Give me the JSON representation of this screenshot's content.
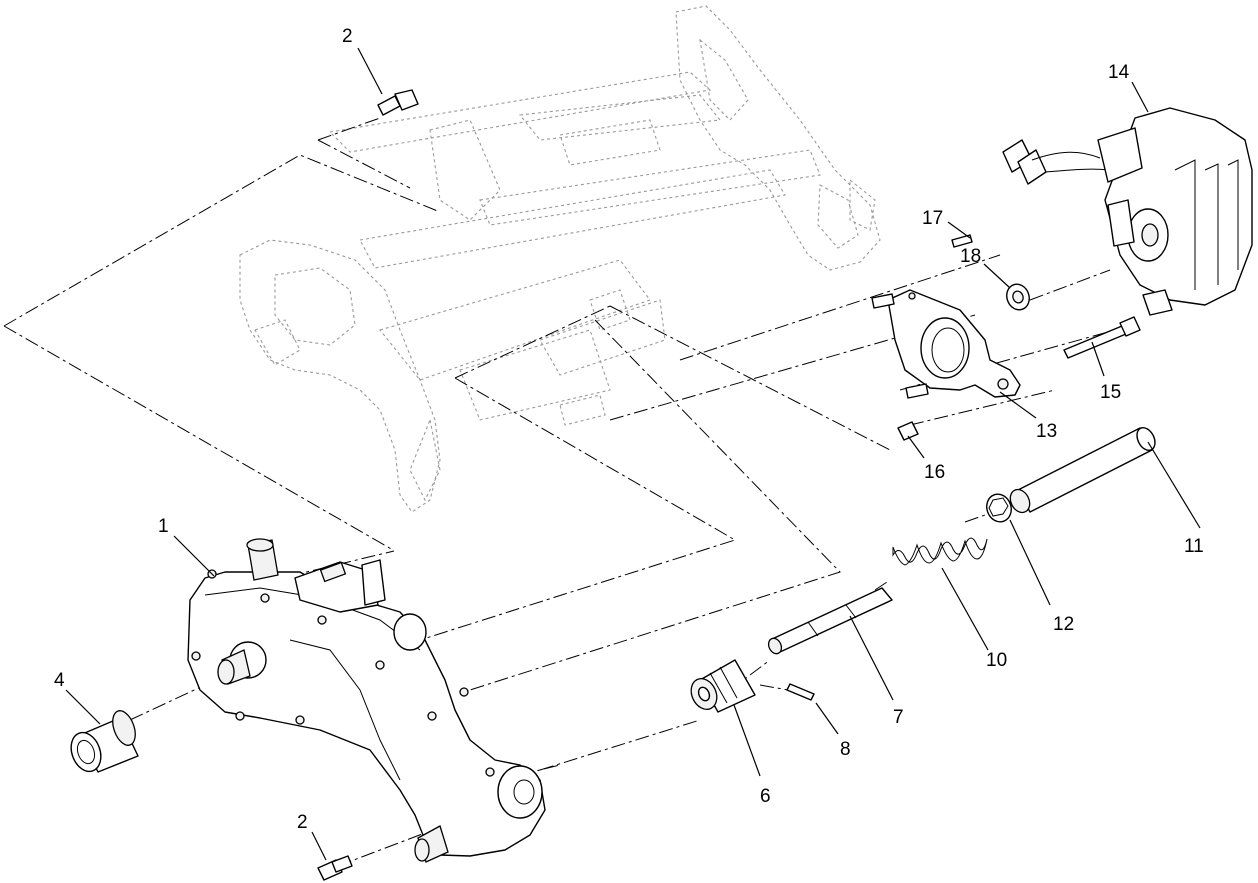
{
  "callouts": {
    "c1": "1",
    "c2_top": "2",
    "c2_bottom": "2",
    "c4": "4",
    "c6": "6",
    "c7": "7",
    "c8": "8",
    "c10": "10",
    "c11": "11",
    "c12": "12",
    "c13": "13",
    "c14": "14",
    "c15": "15",
    "c16": "16",
    "c17": "17",
    "c18": "18"
  }
}
